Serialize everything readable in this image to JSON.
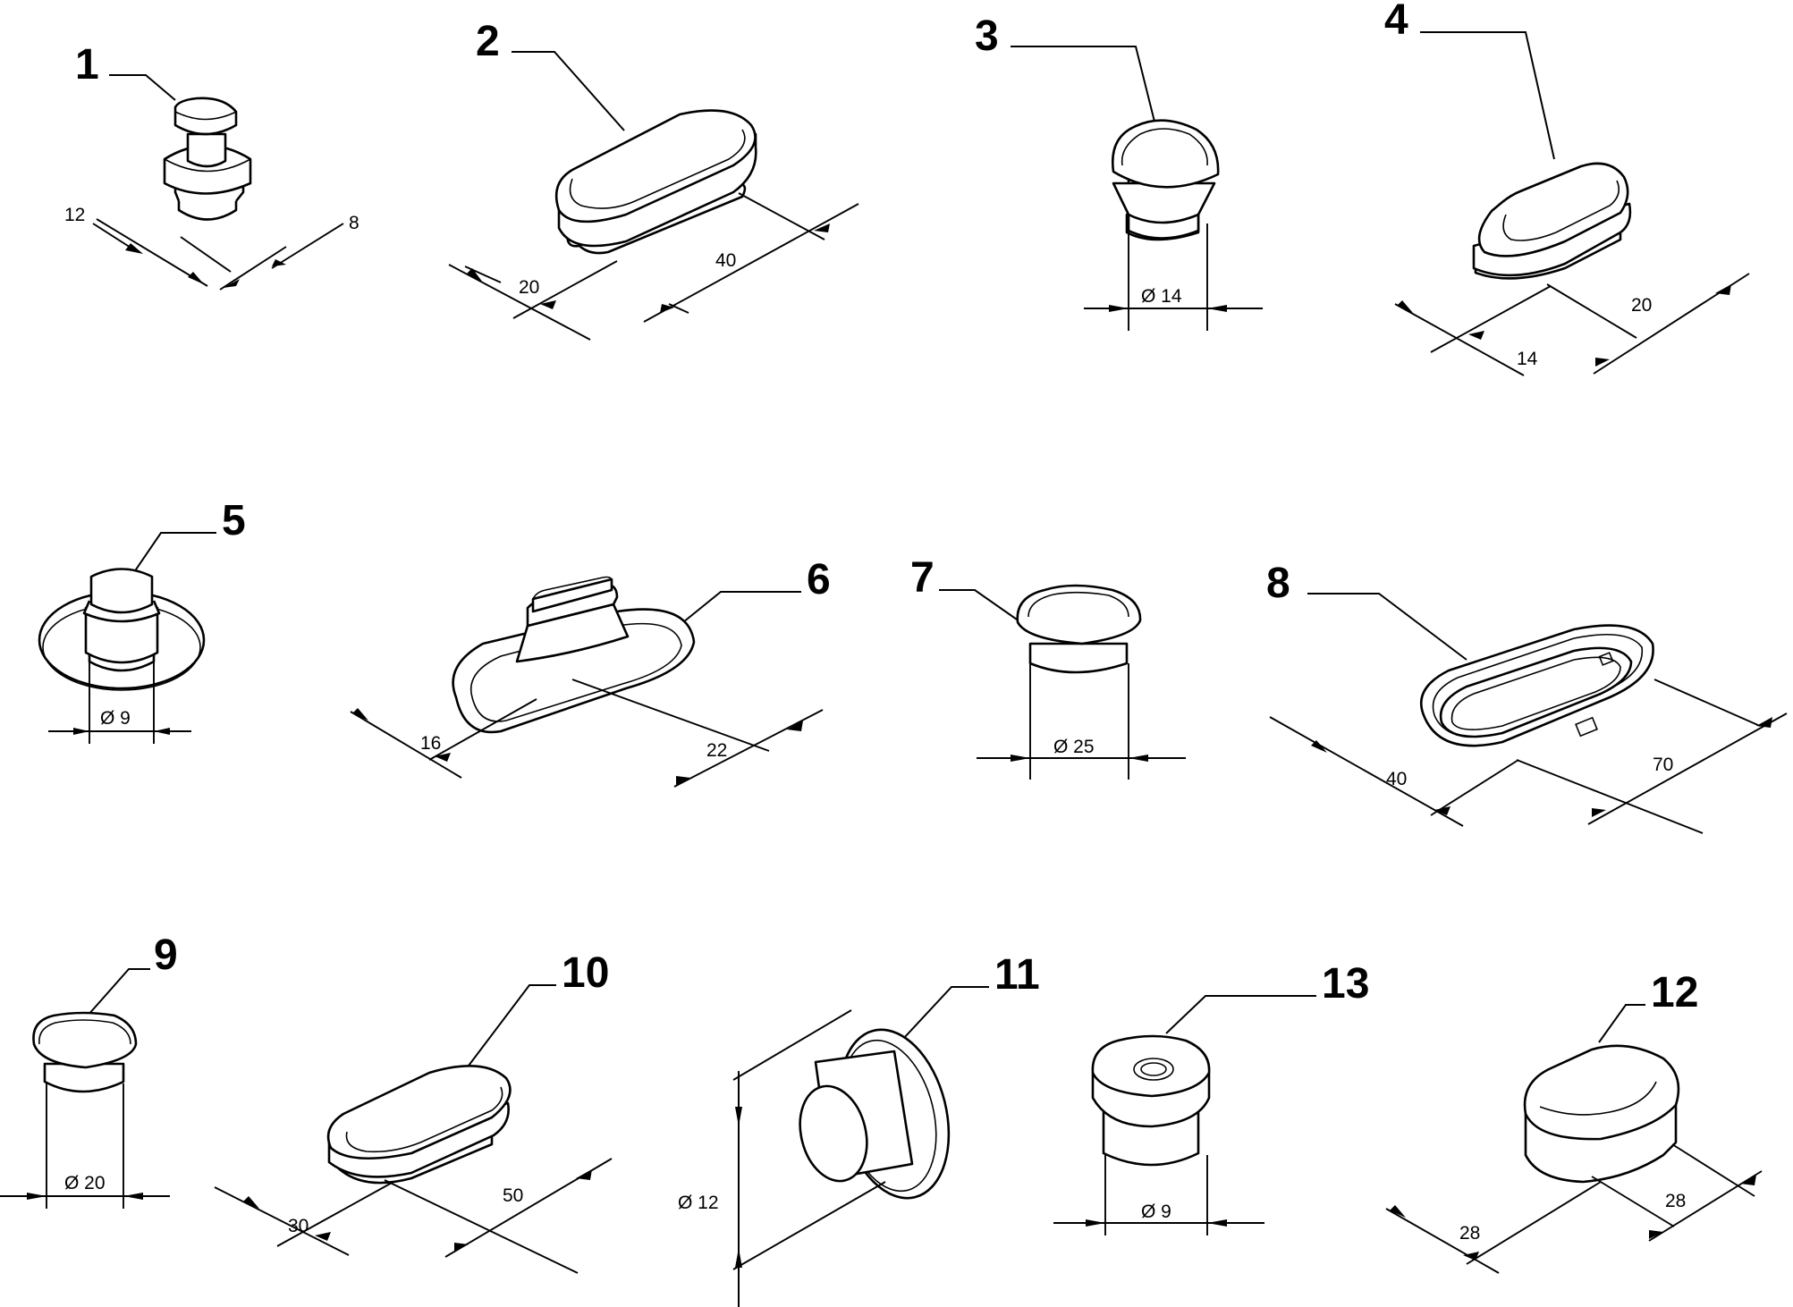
{
  "parts": [
    {
      "id": "1",
      "dims": [
        "12",
        "8"
      ]
    },
    {
      "id": "2",
      "dims": [
        "20",
        "40"
      ]
    },
    {
      "id": "3",
      "dims": [
        "Ø 14"
      ]
    },
    {
      "id": "4",
      "dims": [
        "14",
        "20"
      ]
    },
    {
      "id": "5",
      "dims": [
        "Ø 9"
      ]
    },
    {
      "id": "6",
      "dims": [
        "16",
        "22"
      ]
    },
    {
      "id": "7",
      "dims": [
        "Ø 25"
      ]
    },
    {
      "id": "8",
      "dims": [
        "40",
        "70"
      ]
    },
    {
      "id": "9",
      "dims": [
        "Ø 20"
      ]
    },
    {
      "id": "10",
      "dims": [
        "30",
        "50"
      ]
    },
    {
      "id": "11",
      "dims": [
        "Ø 12"
      ]
    },
    {
      "id": "13",
      "dims": [
        "Ø 9"
      ]
    },
    {
      "id": "12",
      "dims": [
        "28",
        "28"
      ]
    }
  ]
}
